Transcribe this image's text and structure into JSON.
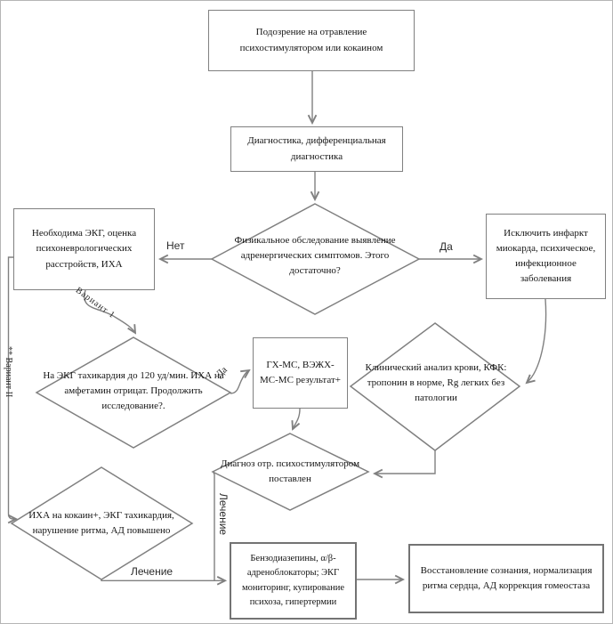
{
  "figure": {
    "type": "flowchart",
    "language": "ru",
    "topic": "Подозрение на отравление психостимулятором или кокаином"
  },
  "colors": {
    "line": "#808080",
    "text": "#141414",
    "background": "#ffffff"
  },
  "nodes": {
    "suspicion": {
      "type": "process",
      "text": "Подозрение на отравление психостимулятором или кокаином"
    },
    "diagnostics": {
      "type": "process",
      "text": "Диагностика, дифференциальная диагностика"
    },
    "physical": {
      "type": "decision",
      "text": "Физикальное обследование выявление адренергических симптомов. Этого достаточно?"
    },
    "ecg_needed": {
      "type": "process",
      "text": "Необходима ЭКГ, оценка психоневрологических расстройств, ИХА"
    },
    "exclude": {
      "type": "process",
      "text": "Исключить инфаркт миокарда, психическое, инфекционное заболевания"
    },
    "tachycardia": {
      "type": "decision",
      "text": "На ЭКГ тахикардия до 120 уд/мин. ИХА на амфетамин отрицат. Продолжить исследование?."
    },
    "gcms": {
      "type": "process",
      "text": "ГХ-МС, ВЭЖХ-МС-МС результат+"
    },
    "blood": {
      "type": "decision",
      "text": "Клинический анализ крови, КФК: тропонин в норме, Rg легких без патологии"
    },
    "diagnosis": {
      "type": "decision",
      "text": "Диагноз отр. психостимулятором поставлен"
    },
    "cocaine": {
      "type": "decision",
      "text": "ИХА на кокаин+, ЭКГ тахикардия, нарушение ритма, АД повышено"
    },
    "benzo": {
      "type": "process",
      "text": "Бензодиазепины, α/β-адреноблокаторы; ЭКГ мониторинг, купирование психоза, гипертермии"
    },
    "recovery": {
      "type": "process",
      "text": "Восстановление сознания, нормализация ритма сердца, АД коррекция гомеостаза"
    }
  },
  "edges": [
    {
      "from": "suspicion",
      "to": "diagnostics",
      "label": ""
    },
    {
      "from": "diagnostics",
      "to": "physical",
      "label": ""
    },
    {
      "from": "physical",
      "to": "ecg_needed",
      "label": "Нет"
    },
    {
      "from": "physical",
      "to": "exclude",
      "label": "Да"
    },
    {
      "from": "ecg_needed",
      "to": "tachycardia",
      "label": "Вариант 1"
    },
    {
      "from": "ecg_needed",
      "to": "cocaine",
      "label": "** Вариант II"
    },
    {
      "from": "tachycardia",
      "to": "gcms",
      "label": "Да"
    },
    {
      "from": "exclude",
      "to": "blood",
      "label": ""
    },
    {
      "from": "gcms",
      "to": "diagnosis",
      "label": ""
    },
    {
      "from": "blood",
      "to": "diagnosis",
      "label": ""
    },
    {
      "from": "diagnosis",
      "to": "benzo",
      "label": "Лечение"
    },
    {
      "from": "cocaine",
      "to": "benzo",
      "label": "Лечение"
    },
    {
      "from": "benzo",
      "to": "recovery",
      "label": ""
    }
  ]
}
